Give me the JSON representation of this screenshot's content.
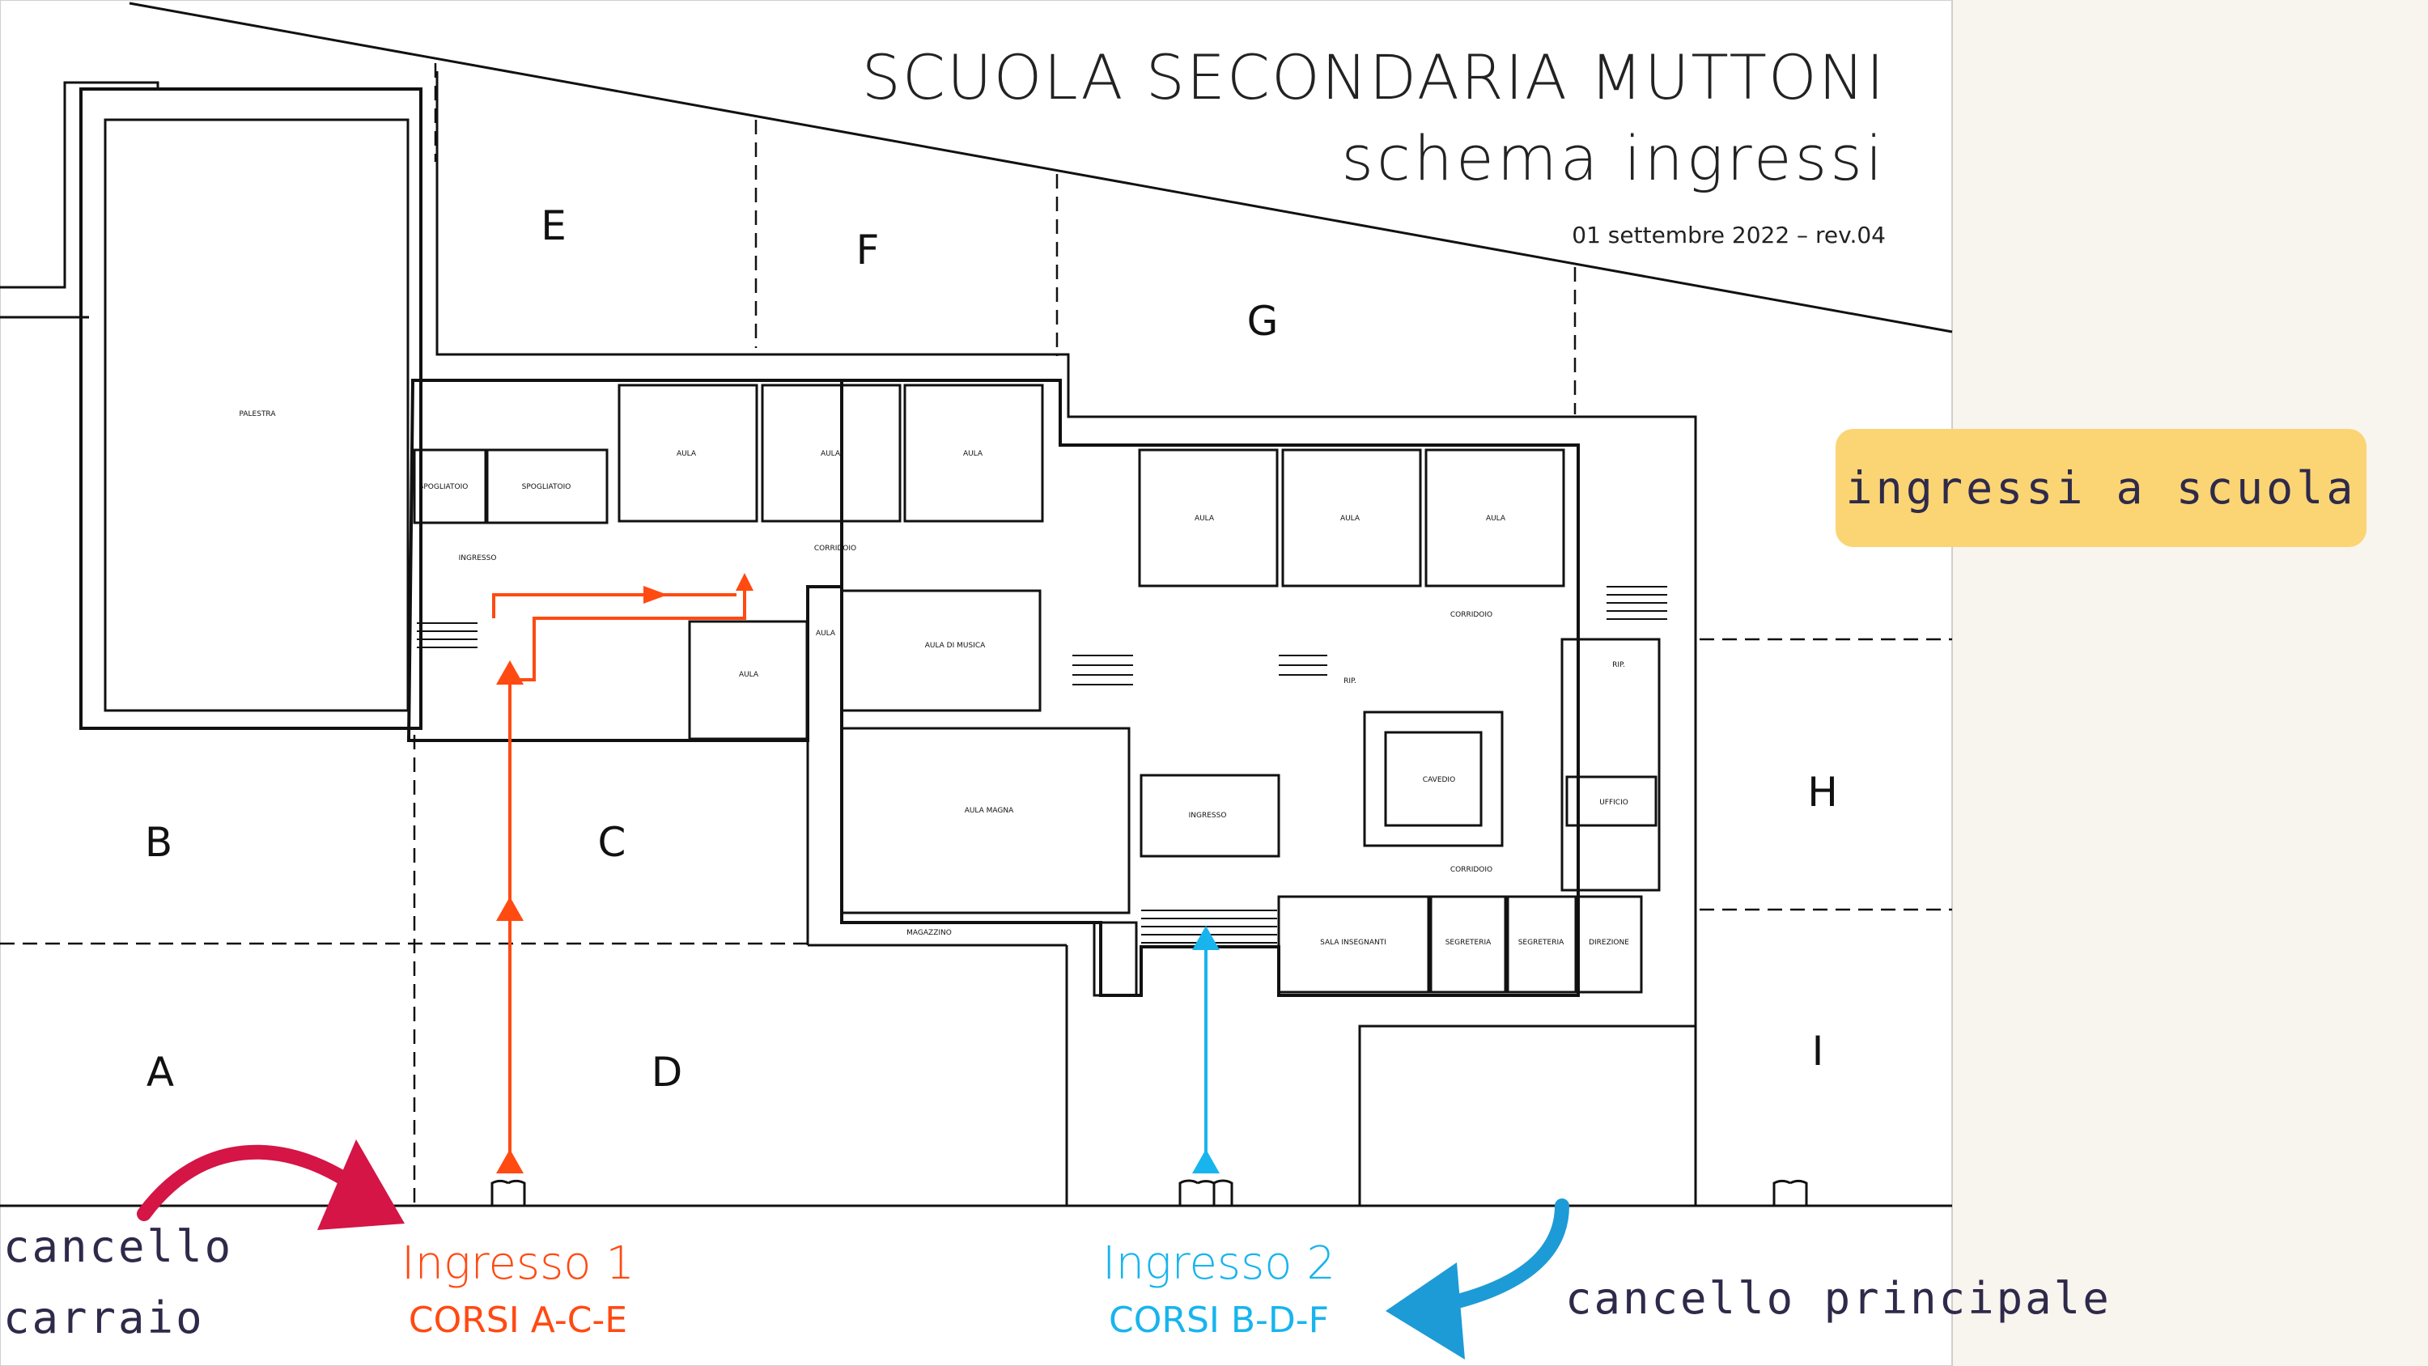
{
  "title": {
    "main": "SCUOLA SECONDARIA MUTTONI",
    "sub": "schema ingressi",
    "date": "01 settembre 2022 – rev.04"
  },
  "badge": "ingressi a scuola",
  "zones": [
    "A",
    "B",
    "C",
    "D",
    "E",
    "F",
    "G",
    "H",
    "I"
  ],
  "rooms": {
    "palestra": "PALESTRA",
    "spogliatoio_1": "SPOGLIATOIO",
    "spogliatoio_2": "SPOGLIATOIO",
    "ingresso_palestra": "INGRESSO",
    "aula_1": "AULA",
    "aula_2": "AULA",
    "aula_3": "AULA",
    "aula_4": "AULA",
    "aula_5": "AULA",
    "aula_6": "AULA",
    "aula_7": "AULA",
    "aula_8": "AULA",
    "corridoio_1": "CORRIDOIO",
    "corridoio_2": "CORRIDOIO",
    "corridoio_3": "CORRIDOIO",
    "aula_musica": "AULA DI MUSICA",
    "aula_magna": "AULA MAGNA",
    "ingresso": "INGRESSO",
    "magazzino": "MAGAZZINO",
    "cavedio": "CAVEDIO",
    "ufficio": "UFFICIO",
    "rip_1": "RIP.",
    "rip_2": "RIP.",
    "sala_insegnanti": "SALA INSEGNANTI",
    "segreteria_1": "SEGRETERIA",
    "segreteria_2": "SEGRETERIA",
    "direzione": "DIREZIONE"
  },
  "entrances": [
    {
      "name": "Ingresso 1",
      "courses": "CORSI A-C-E",
      "color": "#ff4a12"
    },
    {
      "name": "Ingresso 2",
      "courses": "CORSI B-D-F",
      "color": "#18b4ee"
    }
  ],
  "gates": {
    "carraio_line1": "cancello",
    "carraio_line2": "carraio",
    "principale": "cancello principale"
  },
  "colors": {
    "background": "#f8f4ee",
    "plan_background": "#ffffff",
    "badge": "#fbd574",
    "red_arrow": "#d41545",
    "blue_arrow": "#1d9bd7"
  }
}
